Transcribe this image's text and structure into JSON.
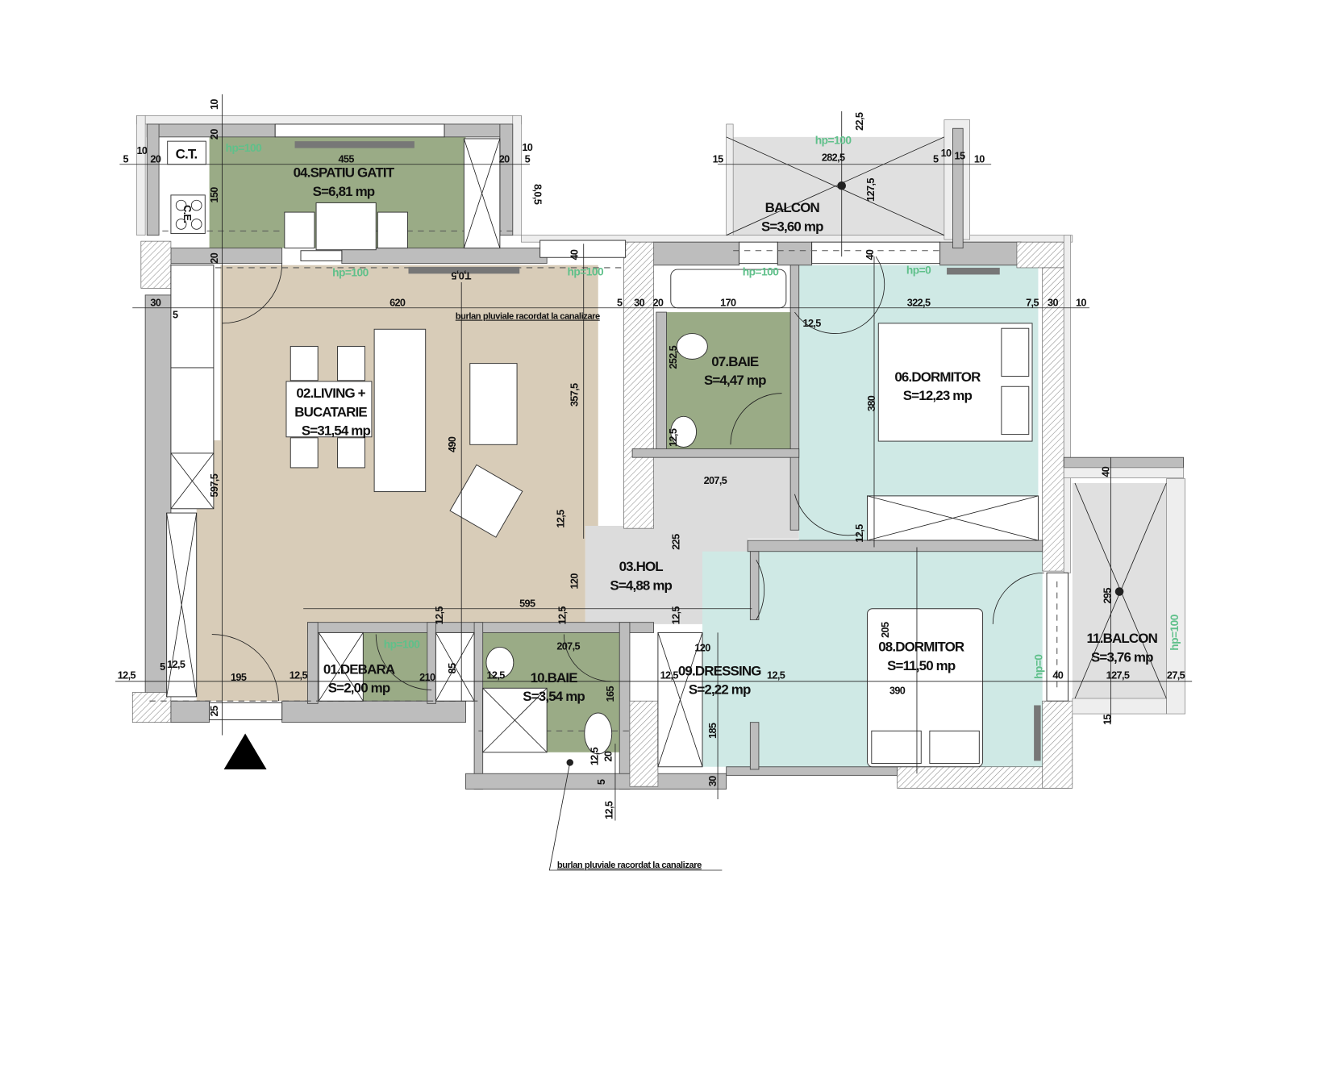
{
  "colors": {
    "living": "#d8ccb8",
    "wet": "#9aab86",
    "bedroom": "#cfe9e5",
    "hall": "#dcdcdc",
    "balcony": "#e0e0e0",
    "wall": "#bdbdbd",
    "hp": "#5fc08a"
  },
  "rooms": {
    "kitchen": {
      "name": "04.SPATIU GATIT",
      "area": "S=6,81 mp"
    },
    "living": {
      "name1": "02.LIVING +",
      "name2": "BUCATARIE",
      "area": "S=31,54 mp"
    },
    "hall": {
      "name": "03.HOL",
      "area": "S=4,88 mp"
    },
    "bath07": {
      "name": "07.BAIE",
      "area": "S=4,47 mp"
    },
    "bedroom06": {
      "name": "06.DORMITOR",
      "area": "S=12,23 mp"
    },
    "balcony_top": {
      "name": "BALCON",
      "area": "S=3,60 mp"
    },
    "pantry": {
      "name": "01.DEBARA",
      "area": "S=2,00 mp"
    },
    "bath10": {
      "name": "10.BAIE",
      "area": "S=3,54 mp"
    },
    "dressing": {
      "name": "09.DRESSING",
      "area": "S=2,22 mp"
    },
    "bedroom08": {
      "name": "08.DORMITOR",
      "area": "S=11,50 mp"
    },
    "balcony11": {
      "name": "11.BALCON",
      "area": "S=3,76 mp"
    }
  },
  "boiler_label": "C.T.",
  "stove_label": "C.E.",
  "notes": [
    "burlan pluviale racordat la canalizare",
    "burlan pluviale racordat la canalizare"
  ],
  "hp_labels": [
    "hp=100",
    "hp=100",
    "hp=100",
    "hp=100",
    "hp=0",
    "hp=100",
    "hp=0",
    "hp=100",
    "hp=100"
  ],
  "radiator_labels": [
    "8,0,5",
    "T,0,5"
  ],
  "dims": [
    "10",
    "20",
    "5",
    "10",
    "20",
    "455",
    "150",
    "20",
    "10",
    "5",
    "20",
    "40",
    "22,5",
    "282,5",
    "15",
    "5",
    "10",
    "15",
    "10",
    "127,5",
    "40",
    "620",
    "30",
    "5",
    "5",
    "30",
    "20",
    "170",
    "322,5",
    "7,5",
    "30",
    "10",
    "12,5",
    "357,5",
    "252,5",
    "380",
    "490",
    "597,5",
    "12,5",
    "207,5",
    "12,5",
    "225",
    "12,5",
    "40",
    "120",
    "595",
    "12,5",
    "12,5",
    "12,5",
    "12,5",
    "5",
    "12,5",
    "195",
    "12,5",
    "210",
    "85",
    "12,5",
    "207,5",
    "165",
    "12,5",
    "120",
    "12,5",
    "185",
    "205",
    "390",
    "40",
    "127,5",
    "27,5",
    "295",
    "15",
    "12,5",
    "20",
    "5",
    "30",
    "12,5",
    "25"
  ]
}
